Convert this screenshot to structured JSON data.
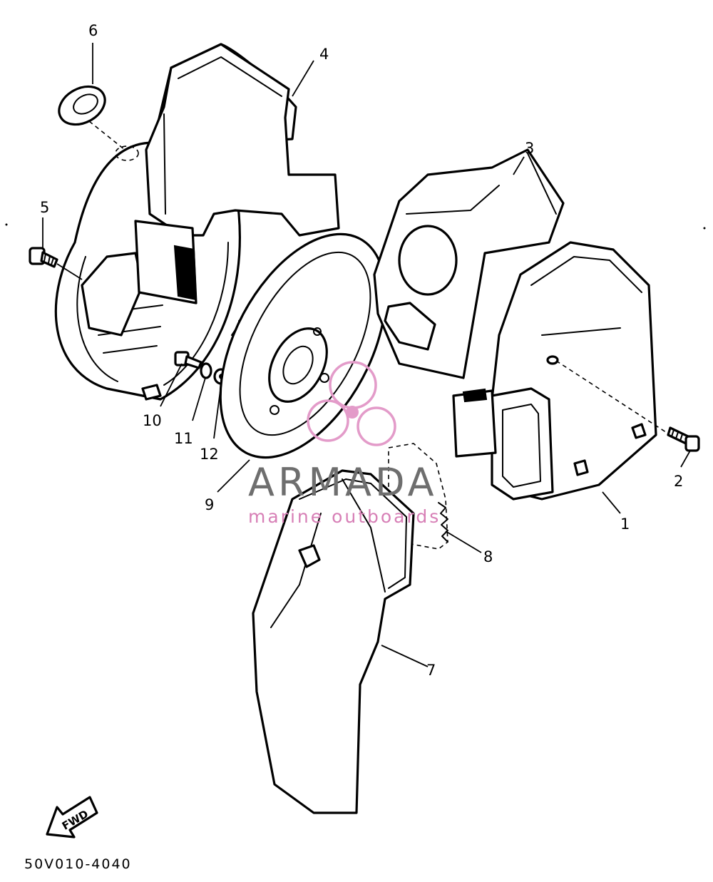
{
  "callouts": {
    "c1": "1",
    "c2": "2",
    "c3": "3",
    "c4": "4",
    "c5": "5",
    "c6": "6",
    "c7": "7",
    "c8": "8",
    "c9": "9",
    "c10": "10",
    "c11": "11",
    "c12": "12"
  },
  "watermark": {
    "brand": "ARMADA",
    "tagline": "marine outboards",
    "color_brand": "#6e6e6e",
    "color_logo": "#e39bc9"
  },
  "fwd_arrow": {
    "label": "FWD"
  },
  "drawing_code": "50V010-4040"
}
